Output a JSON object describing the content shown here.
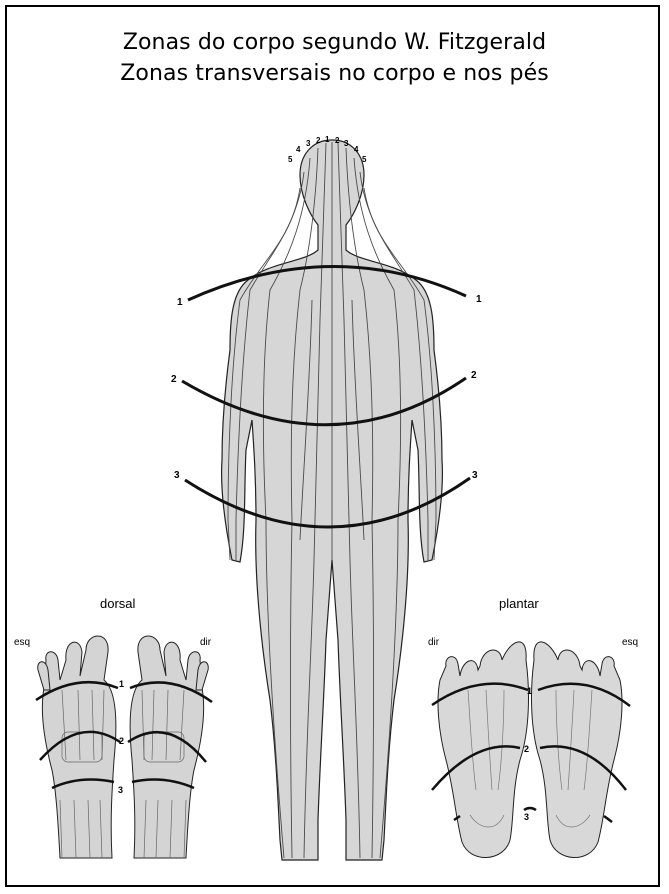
{
  "title_line1": "Zonas do corpo segundo W. Fitzgerald",
  "title_line2": "Zonas transversais no corpo e nos pés",
  "head_zone_numbers": [
    "5",
    "4",
    "3",
    "2",
    "1",
    "2",
    "3",
    "4",
    "5"
  ],
  "body_lines": [
    {
      "left": "1",
      "right": "1"
    },
    {
      "left": "2",
      "right": "2"
    },
    {
      "left": "3",
      "right": "3"
    }
  ],
  "dorsal": {
    "caption": "dorsal",
    "left": "esq",
    "right": "dir",
    "numbers": [
      "1",
      "2",
      "3"
    ]
  },
  "plantar": {
    "caption": "plantar",
    "left": "dir",
    "right": "esq",
    "numbers": [
      "1",
      "2",
      "3"
    ]
  },
  "colors": {
    "skin": "#d8d8d8",
    "line": "#111111",
    "zone_line": "#555555"
  }
}
